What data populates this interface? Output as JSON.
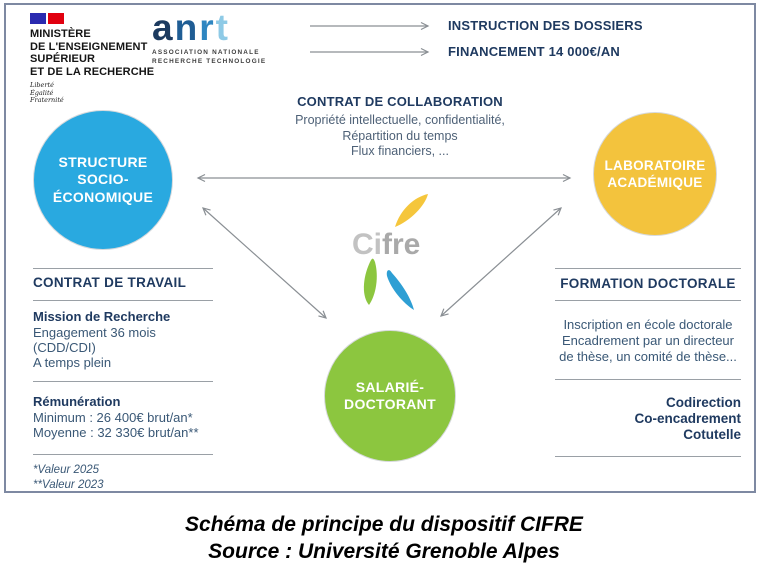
{
  "header": {
    "ministry": {
      "name_lines": [
        "MINISTÈRE",
        "DE L'ENSEIGNEMENT",
        "SUPÉRIEUR",
        "ET DE LA RECHERCHE"
      ],
      "motto_lines": [
        "Liberté",
        "Égalité",
        "Fraternité"
      ]
    },
    "anrt": {
      "letters": [
        "a",
        "n",
        "r",
        "t"
      ],
      "subtitle_lines": [
        "ASSOCIATION NATIONALE",
        "RECHERCHE TECHNOLOGIE"
      ]
    },
    "outputs": [
      {
        "label": "INSTRUCTION DES DOSSIERS"
      },
      {
        "label": "FINANCEMENT 14 000€/AN"
      }
    ]
  },
  "collaboration": {
    "title": "CONTRAT DE COLLABORATION",
    "lines": [
      "Propriété intellectuelle, confidentialité,",
      "Répartition du temps",
      "Flux financiers, ..."
    ]
  },
  "nodes": {
    "structure": {
      "lines": [
        "STRUCTURE",
        "SOCIO-",
        "ÉCONOMIQUE"
      ],
      "color": "#29a9e0"
    },
    "laboratoire": {
      "lines": [
        "LABORATOIRE",
        "ACADÉMIQUE"
      ],
      "color": "#f3c33d"
    },
    "salarie": {
      "lines": [
        "SALARIÉ-",
        "DOCTORANT"
      ],
      "color": "#8cc63f"
    }
  },
  "cifre_logo": {
    "text_left": "Ci",
    "text_right": "fre"
  },
  "left_panel": {
    "title": "CONTRAT DE TRAVAIL",
    "mission_title": "Mission de Recherche",
    "mission_lines": [
      "Engagement 36 mois",
      "(CDD/CDI)",
      "A temps plein"
    ],
    "remuneration_title": "Rémunération",
    "remuneration_lines": [
      "Minimum : 26 400€ brut/an*",
      "Moyenne : 32 330€ brut/an**"
    ],
    "footnotes": [
      "*Valeur 2025",
      "**Valeur 2023"
    ]
  },
  "right_panel": {
    "title": "FORMATION DOCTORALE",
    "body_lines": [
      "Inscription en école doctorale",
      "Encadrement par un directeur",
      "de thèse, un comité de thèse..."
    ],
    "options": [
      "Codirection",
      "Co-encadrement",
      "Cotutelle"
    ]
  },
  "caption": {
    "line1": "Schéma de principe du dispositif CIFRE",
    "line2": "Source : Université Grenoble Alpes"
  },
  "colors": {
    "node_structure": "#29a9e0",
    "node_laboratoire": "#f3c33d",
    "node_salarie": "#8cc63f",
    "navy_text": "#1f3a60",
    "body_text": "#3a5876",
    "arrow": "#8a8f94",
    "frame_border": "#7e89a2",
    "flag_blue": "#2a2ab0",
    "flag_red": "#e1000f",
    "anrt_letter_colors": [
      "#1c3a5f",
      "#1f5d94",
      "#2e86c1",
      "#8ecae6"
    ],
    "cifre_text": "#b5b5b5",
    "petal_yellow": "#f5c63c",
    "petal_green": "#8cc63f",
    "petal_blue": "#2e9fd4"
  }
}
